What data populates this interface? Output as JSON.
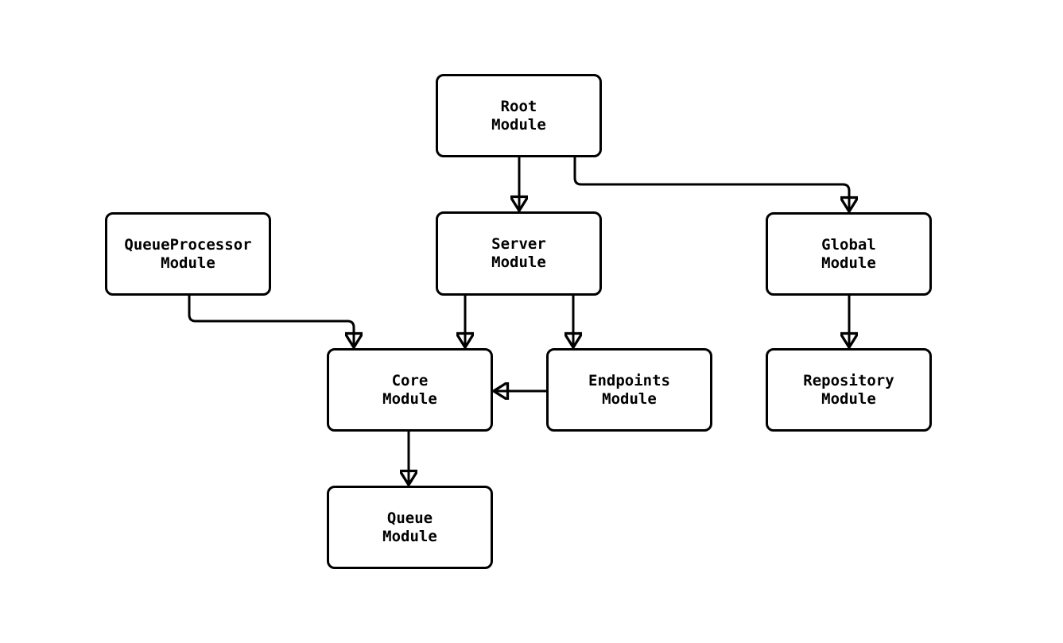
{
  "diagram": {
    "type": "flowchart",
    "background_color": "#ffffff",
    "node_fill_color": "#ffffff",
    "node_border_color": "#000000",
    "edge_color": "#000000",
    "text_color": "#000000"
  },
  "nodes": [
    {
      "id": "root",
      "label": "Root\nModule"
    },
    {
      "id": "server",
      "label": "Server\nModule"
    },
    {
      "id": "queueprocessor",
      "label": "QueueProcessor\nModule"
    },
    {
      "id": "global",
      "label": "Global\nModule"
    },
    {
      "id": "core",
      "label": "Core\nModule"
    },
    {
      "id": "endpoints",
      "label": "Endpoints\nModule"
    },
    {
      "id": "repository",
      "label": "Repository\nModule"
    },
    {
      "id": "queue",
      "label": "Queue\nModule"
    }
  ],
  "edges": [
    {
      "from": "root",
      "to": "server"
    },
    {
      "from": "root",
      "to": "global"
    },
    {
      "from": "queueprocessor",
      "to": "core"
    },
    {
      "from": "server",
      "to": "core"
    },
    {
      "from": "server",
      "to": "endpoints"
    },
    {
      "from": "endpoints",
      "to": "core"
    },
    {
      "from": "global",
      "to": "repository"
    },
    {
      "from": "core",
      "to": "queue"
    }
  ]
}
